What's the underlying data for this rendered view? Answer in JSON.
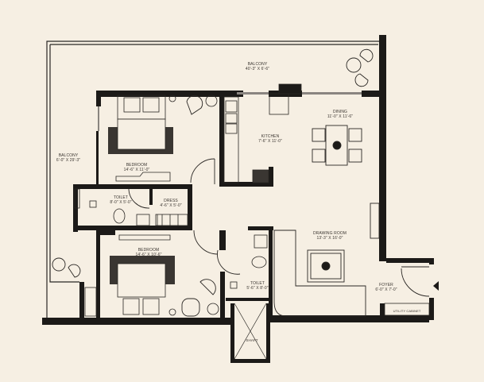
{
  "plan": {
    "background": "#f6efe3",
    "wall_color": "#1c1a18",
    "rooms": [
      {
        "name": "BALCONY",
        "size": "40'-3\" X 6'-6\""
      },
      {
        "name": "BALCONY",
        "size": "6'-0\" X 29'-3\""
      },
      {
        "name": "BEDROOM",
        "size": "14'-6\" X 11'-0\""
      },
      {
        "name": "KITCHEN",
        "size": "7'-6\" X 11'-0\""
      },
      {
        "name": "DINING",
        "size": "11'-0\" X 11'-6\""
      },
      {
        "name": "TOILET",
        "size": "8'-0\" X 5'-0\""
      },
      {
        "name": "DRESS",
        "size": "4'-6\" X 5'-0\""
      },
      {
        "name": "BEDROOM",
        "size": "14'-6\" X 10'-6\""
      },
      {
        "name": "DRAWING ROOM",
        "size": "13'-3\" X 16'-0\""
      },
      {
        "name": "TOILET",
        "size": "5'-6\" X 8'-0\""
      },
      {
        "name": "FOYER",
        "size": "6'-0\" X 7'-0\""
      },
      {
        "name": "UTILITY CABINET",
        "size": ""
      },
      {
        "name": "SHAFT",
        "size": ""
      }
    ],
    "entrance_marker": "entrance-arrow-icon"
  }
}
